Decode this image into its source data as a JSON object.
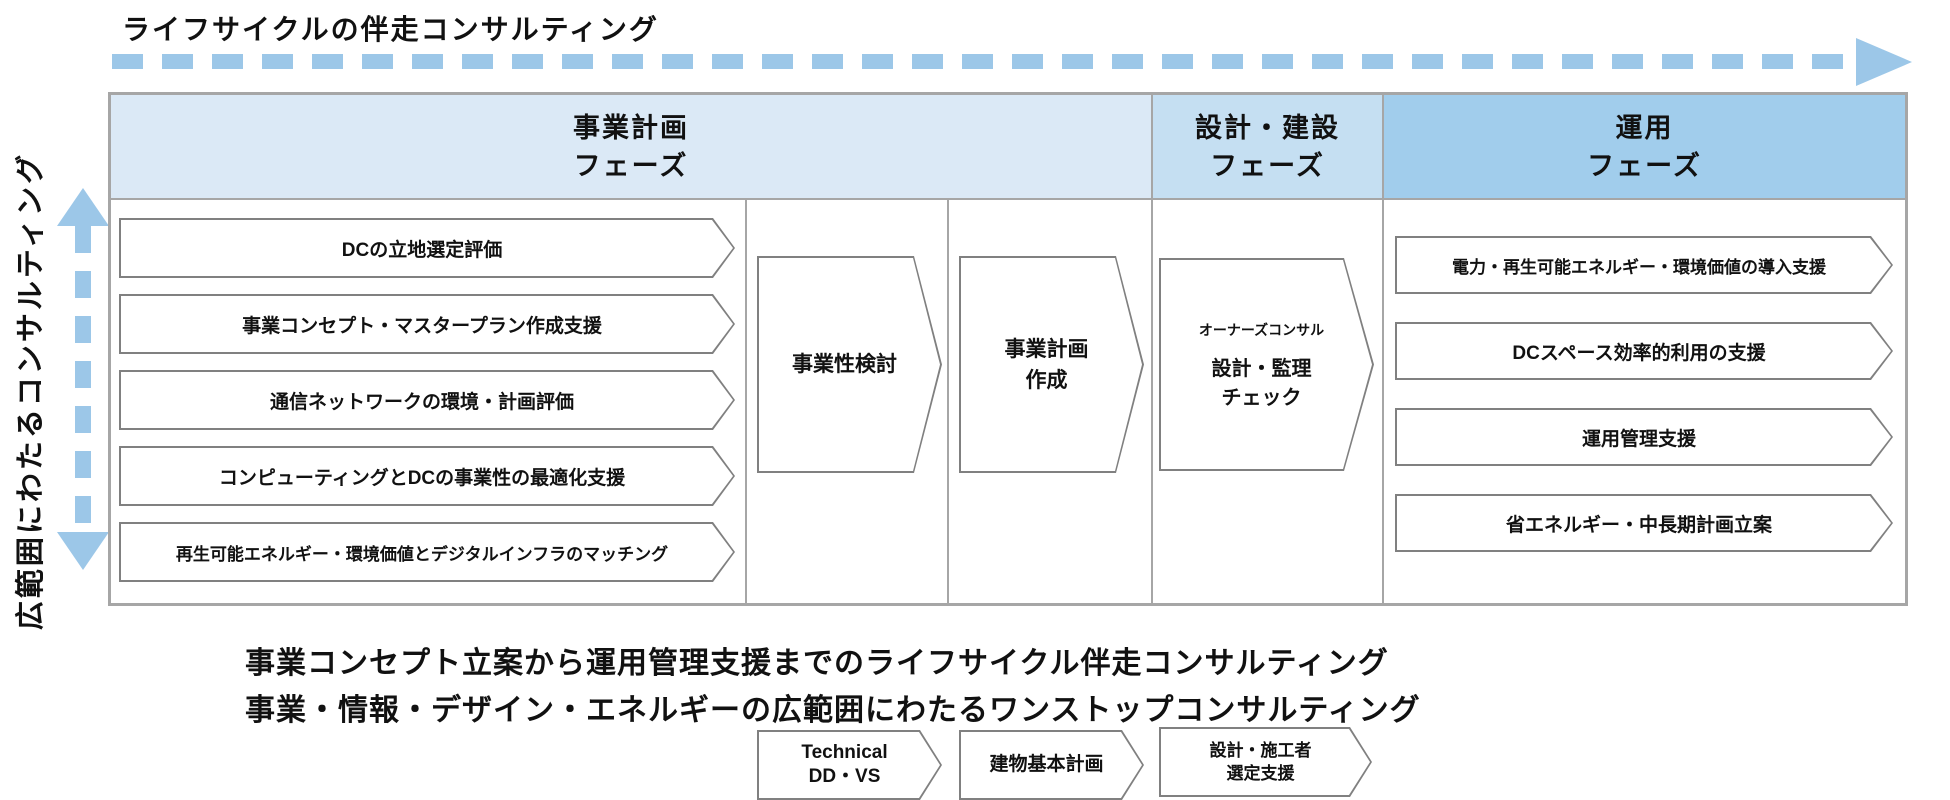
{
  "top_arrow": {
    "label": "ライフサイクルの伴走コンサルティング"
  },
  "left_arrow": {
    "label": "広範囲にわたるコンサルティング"
  },
  "table": {
    "headers": [
      {
        "line1": "事業計画",
        "line2": "フェーズ"
      },
      {
        "line1": "設計・建設",
        "line2": "フェーズ"
      },
      {
        "line1": "運用",
        "line2": "フェーズ"
      }
    ],
    "business_planning_items": [
      "DCの立地選定評価",
      "事業コンセプト・マスタープラン作成支援",
      "通信ネットワークの環境・計画評価",
      "コンピューティングとDCの事業性の最適化支援",
      "再生可能エネルギー・環境価値とデジタルインフラのマッチング"
    ],
    "feasibility": {
      "main": "事業性検討",
      "sub_line1": "Technical",
      "sub_line2": "DD・VS"
    },
    "business_plan": {
      "main_line1": "事業計画",
      "main_line2": "作成",
      "sub": "建物基本計画"
    },
    "design_build": {
      "tag": "オーナーズコンサル",
      "main_line1": "設計・監理",
      "main_line2": "チェック",
      "sub_line1": "設計・施工者",
      "sub_line2": "選定支援"
    },
    "operation_items": [
      "電力・再生可能エネルギー・環境価値の導入支援",
      "DCスペース効率的利用の支援",
      "運用管理支援",
      "省エネルギー・中長期計画立案"
    ]
  },
  "caption": {
    "line1": "事業コンセプト立案から運用管理支援までのライフサイクル伴走コンサルティング",
    "line2": "事業・情報・デザイン・エネルギーの広範囲にわたるワンストップコンサルティング"
  },
  "colors": {
    "phase1_bg": "#dbe9f6",
    "phase2_bg": "#c5dff2",
    "phase3_bg": "#a1cdec",
    "arrow_blue": "#9cc7e8",
    "table_border": "#a6a6a6",
    "shape_border": "#808080"
  }
}
